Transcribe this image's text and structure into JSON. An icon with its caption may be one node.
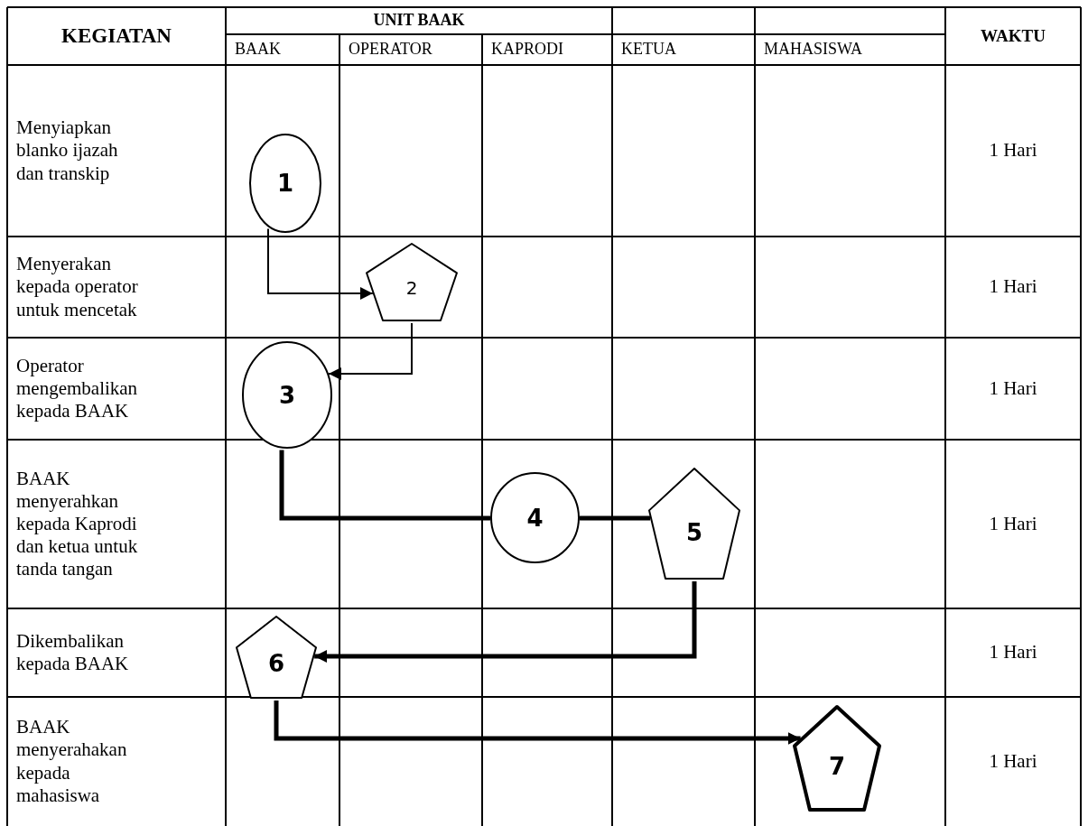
{
  "diagram": {
    "nodes": [
      {
        "text": [
          "1"
        ]
      },
      {
        "text": [
          "2"
        ]
      },
      {
        "text": [
          "3"
        ]
      },
      {
        "text": [
          "4"
        ]
      },
      {
        "text": [
          "5"
        ]
      },
      {
        "text": [
          "6"
        ]
      },
      {
        "text": [
          "7"
        ]
      }
    ],
    "edges": [
      {
        "from": 0,
        "to": 1,
        "arrow": "to"
      },
      {
        "from": 1,
        "to": 2,
        "arrow": "to"
      },
      {
        "from": 2,
        "to": 3,
        "arrow": "none"
      },
      {
        "from": 3,
        "to": 4,
        "arrow": "none"
      },
      {
        "from": 4,
        "to": 5,
        "arrow": "to"
      },
      {
        "from": 5,
        "to": 6,
        "arrow": "to"
      }
    ],
    "labels": [
      "KEGIATAN",
      "UNIT BAAK",
      "WAKTU",
      "BAAK",
      "OPERATOR",
      "KAPRODI",
      "KETUA",
      "MAHASISWA",
      "Menyiapkan blanko ijazah dan transkip",
      "1 Hari",
      "Menyerakan kepada operator untuk mencetak",
      "1 Hari",
      "Operator mengembalikan kepada BAAK",
      "1 Hari",
      "BAAK menyerahkan kepada Kaprodi dan ketua untuk tanda tangan",
      "1 Hari",
      "Dikembalikan kepada BAAK",
      "1 Hari",
      "BAAK menyerahakan kepada mahasiswa",
      "1 Hari"
    ]
  }
}
